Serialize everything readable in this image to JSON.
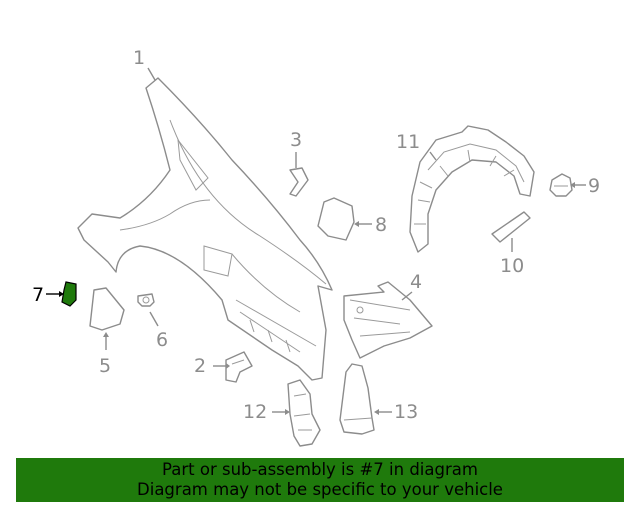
{
  "callouts": {
    "p1": "1",
    "p2": "2",
    "p3": "3",
    "p4": "4",
    "p5": "5",
    "p6": "6",
    "p7": "7",
    "p8": "8",
    "p9": "9",
    "p10": "10",
    "p11": "11",
    "p12": "12",
    "p13": "13"
  },
  "highlight_part": "7",
  "colors": {
    "highlight": "#1f7a0c",
    "line": "#8c8c8c"
  },
  "banner": {
    "line1": "Part or sub-assembly is #7 in diagram",
    "line2": "Diagram may not be specific to your vehicle"
  }
}
